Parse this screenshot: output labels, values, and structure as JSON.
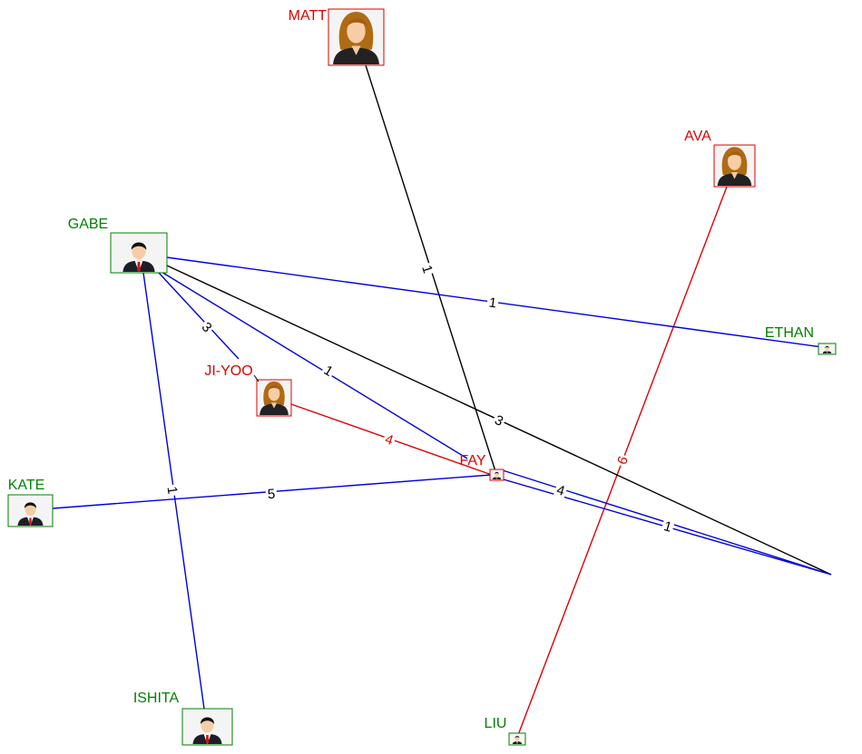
{
  "colors": {
    "male_accent": "#008000",
    "female_accent": "#e00000",
    "edge_blue": "#0000dd",
    "edge_black": "#000000",
    "edge_red": "#e00000"
  },
  "nodes": [
    {
      "id": "matt",
      "label": "MATT",
      "avatar": "female-avatar-icon",
      "color": "#e00000"
    },
    {
      "id": "ava",
      "label": "AVA",
      "avatar": "female-avatar-icon",
      "color": "#e00000"
    },
    {
      "id": "gabe",
      "label": "GABE",
      "avatar": "male-avatar-icon",
      "color": "#008000"
    },
    {
      "id": "ethan",
      "label": "ETHAN",
      "avatar": "male-avatar-icon",
      "color": "#008000"
    },
    {
      "id": "jiyoo",
      "label": "JI-YOO",
      "avatar": "female-avatar-icon",
      "color": "#e00000"
    },
    {
      "id": "fay",
      "label": "FAY",
      "avatar": "male-avatar-icon",
      "color": "#e00000"
    },
    {
      "id": "kate",
      "label": "KATE",
      "avatar": "male-avatar-icon",
      "color": "#008000"
    },
    {
      "id": "ishita",
      "label": "ISHITA",
      "avatar": "male-avatar-icon",
      "color": "#008000"
    },
    {
      "id": "liu",
      "label": "LIU",
      "avatar": "male-avatar-icon",
      "color": "#008000"
    }
  ],
  "edges": [
    {
      "from": "matt",
      "to": "fay",
      "label": "1",
      "color": "#000000"
    },
    {
      "from": "ava",
      "to": "liu",
      "label": "6",
      "color": "#e00000"
    },
    {
      "from": "gabe",
      "to": "ethan",
      "label": "1",
      "color": "#0000dd"
    },
    {
      "from": "gabe",
      "to": "jiyoo",
      "label": "3",
      "color": "#0000dd"
    },
    {
      "from": "gabe",
      "to": "fay",
      "label": "1",
      "color": "#0000dd"
    },
    {
      "from": "gabe",
      "to": "offscreen",
      "label": "3",
      "color": "#000000"
    },
    {
      "from": "gabe",
      "to": "ishita",
      "label": "1",
      "color": "#0000dd"
    },
    {
      "from": "jiyoo",
      "to": "fay",
      "label": "4",
      "color": "#e00000"
    },
    {
      "from": "kate",
      "to": "fay",
      "label": "5",
      "color": "#0000dd"
    },
    {
      "from": "fay",
      "to": "offscreen",
      "label": "4",
      "color": "#0000dd"
    },
    {
      "from": "fay",
      "to": "offscreen",
      "label": "1",
      "color": "#0000dd"
    }
  ]
}
